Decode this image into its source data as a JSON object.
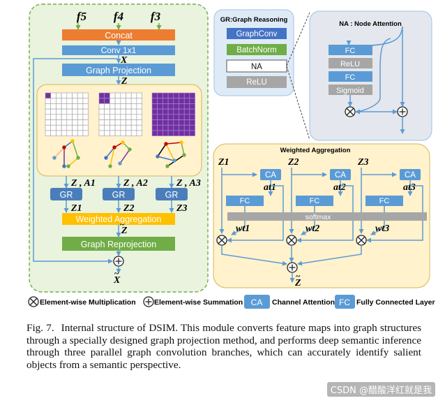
{
  "left_module": {
    "inputs": [
      "f5",
      "f4",
      "f3"
    ],
    "concat_label": "Concat",
    "conv_label": "Conv 1x1",
    "x_label": "X",
    "graph_projection_label": "Graph Projection",
    "z_label": "Z",
    "branch_labels": [
      "Z , A1",
      "Z , A2",
      "Z , A3"
    ],
    "gr_label": "GR",
    "z_outputs": [
      "Z1",
      "Z2",
      "Z3"
    ],
    "weighted_aggregation_label": "Weighted Aggregation",
    "z_tilde": "Z",
    "graph_reprojection_label": "Graph Reprojection",
    "x_tilde": "X"
  },
  "gr_panel": {
    "title": "GR:Graph Reasoning",
    "items": [
      "GraphConv",
      "BatchNorm",
      "NA",
      "ReLU"
    ]
  },
  "na_panel": {
    "title": "NA : Node Attention",
    "items": [
      "FC",
      "ReLU",
      "FC",
      "Sigmoid"
    ]
  },
  "wa_panel": {
    "title": "Weighted Aggregation",
    "branches": [
      {
        "z": "Z1",
        "at": "at1",
        "wt": "wt1"
      },
      {
        "z": "Z2",
        "at": "at2",
        "wt": "wt2"
      },
      {
        "z": "Z3",
        "at": "at3",
        "wt": "wt3"
      }
    ],
    "ca_label": "CA",
    "fc_label": "FC",
    "softmax_label": "softmax",
    "output": "Z"
  },
  "legend": {
    "mult": "Element-wise Multiplication",
    "sum": "Element-wise Summation",
    "ca_box": "CA",
    "ca_text": "Channel Attention",
    "fc_box": "FC",
    "fc_text": "Fully Connected Layer"
  },
  "caption": {
    "label": "Fig. 7.",
    "text": "Internal structure of DSIM. This module converts feature maps into graph structures through a specially designed graph projection method, and performs deep semantic inference through three parallel graph convolution branches, which can accurately identify salient objects from a semantic perspective."
  },
  "watermark": "CSDN @醋酸洋红就是我",
  "colors": {
    "orange": "#ED7D31",
    "blue": "#5B9BD5",
    "green": "#70AD47",
    "yellow": "#FFC000",
    "gray": "#A6A6A6",
    "purple": "#7030A0",
    "dark_blue": "#4472C4"
  }
}
